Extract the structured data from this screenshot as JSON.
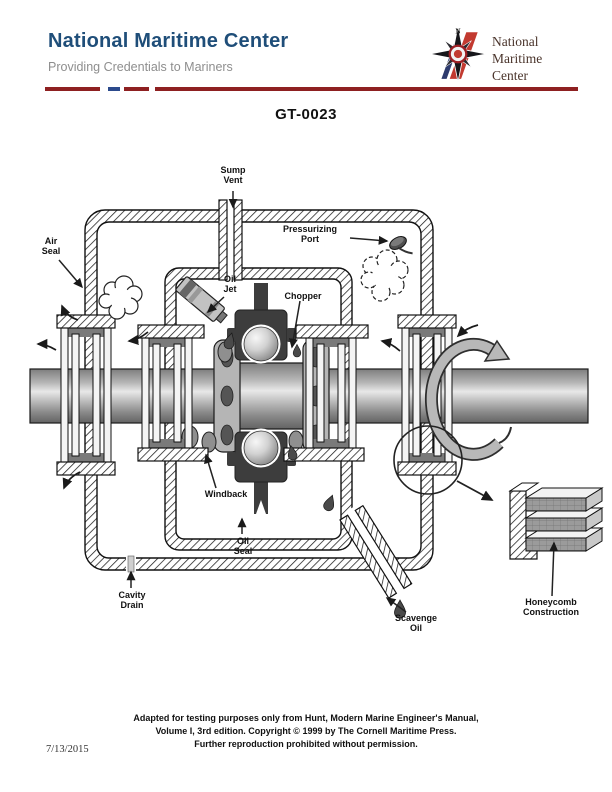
{
  "header": {
    "title": "National Maritime Center",
    "subtitle": "Providing Credentials to Mariners",
    "logo": {
      "name": "National\nMaritime\nCenter",
      "compass_north": "N"
    }
  },
  "document": {
    "code": "GT-0023",
    "date": "7/13/2015"
  },
  "diagram": {
    "labels": {
      "sump_vent": "Sump\nVent",
      "pressurizing_port": "Pressurizing\nPort",
      "air_seal": "Air\nSeal",
      "oil_jet": "Oil\nJet",
      "chopper": "Chopper",
      "windback": "Windback",
      "oil_seal": "Oil\nSeal",
      "cavity_drain": "Cavity\nDrain",
      "scavenge_oil": "Scavenge\nOil",
      "honeycomb_construction": "Honeycomb\nConstruction"
    }
  },
  "footer": {
    "line1": "Adapted for testing purposes only from Hunt, Modern Marine Engineer's Manual,",
    "line2": "Volume I, 3rd edition.  Copyright © 1999 by The Cornell Maritime Press.",
    "line3": "Further reproduction prohibited without permission."
  },
  "colors": {
    "header_blue": "#1f4e79",
    "subtitle_gray": "#8e8e8e",
    "rule_maroon": "#8e2021",
    "rule_blue": "#2c4a8c",
    "logo_text_brown": "#4a342b"
  }
}
